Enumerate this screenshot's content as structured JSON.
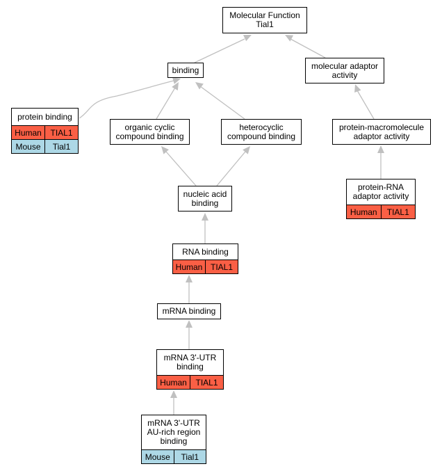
{
  "colors": {
    "human": "#fa5f45",
    "mouse": "#add8e6",
    "edge": "#c0c0c0"
  },
  "nodes": {
    "mf": {
      "title": "Molecular Function\nTial1",
      "rows": []
    },
    "bind": {
      "title": "binding",
      "rows": []
    },
    "mad": {
      "title": "molecular adaptor\nactivity",
      "rows": []
    },
    "pb": {
      "title": "protein binding",
      "rows": [
        {
          "species": "Human",
          "gene": "TIAL1"
        },
        {
          "species": "Mouse",
          "gene": "Tial1"
        }
      ]
    },
    "occ": {
      "title": "organic cyclic\ncompound binding",
      "rows": []
    },
    "hcc": {
      "title": "heterocyclic\ncompound binding",
      "rows": []
    },
    "pma": {
      "title": "protein-macromolecule\nadaptor activity",
      "rows": []
    },
    "nab": {
      "title": "nucleic acid\nbinding",
      "rows": []
    },
    "pra": {
      "title": "protein-RNA\nadaptor activity",
      "rows": [
        {
          "species": "Human",
          "gene": "TIAL1"
        }
      ]
    },
    "rna": {
      "title": "RNA binding",
      "rows": [
        {
          "species": "Human",
          "gene": "TIAL1"
        }
      ]
    },
    "mrna": {
      "title": "mRNA binding",
      "rows": []
    },
    "utr": {
      "title": "mRNA 3'-UTR\nbinding",
      "rows": [
        {
          "species": "Human",
          "gene": "TIAL1"
        }
      ]
    },
    "are": {
      "title": "mRNA 3'-UTR\nAU-rich region\nbinding",
      "rows": [
        {
          "species": "Mouse",
          "gene": "Tial1"
        }
      ]
    }
  },
  "edges": [
    {
      "from": "bind",
      "to": "mf"
    },
    {
      "from": "mad",
      "to": "mf"
    },
    {
      "from": "pb",
      "to": "bind"
    },
    {
      "from": "occ",
      "to": "bind"
    },
    {
      "from": "hcc",
      "to": "bind"
    },
    {
      "from": "pma",
      "to": "mad"
    },
    {
      "from": "nab",
      "to": "occ"
    },
    {
      "from": "nab",
      "to": "hcc"
    },
    {
      "from": "pra",
      "to": "pma"
    },
    {
      "from": "rna",
      "to": "nab"
    },
    {
      "from": "mrna",
      "to": "rna"
    },
    {
      "from": "utr",
      "to": "mrna"
    },
    {
      "from": "are",
      "to": "utr"
    }
  ]
}
